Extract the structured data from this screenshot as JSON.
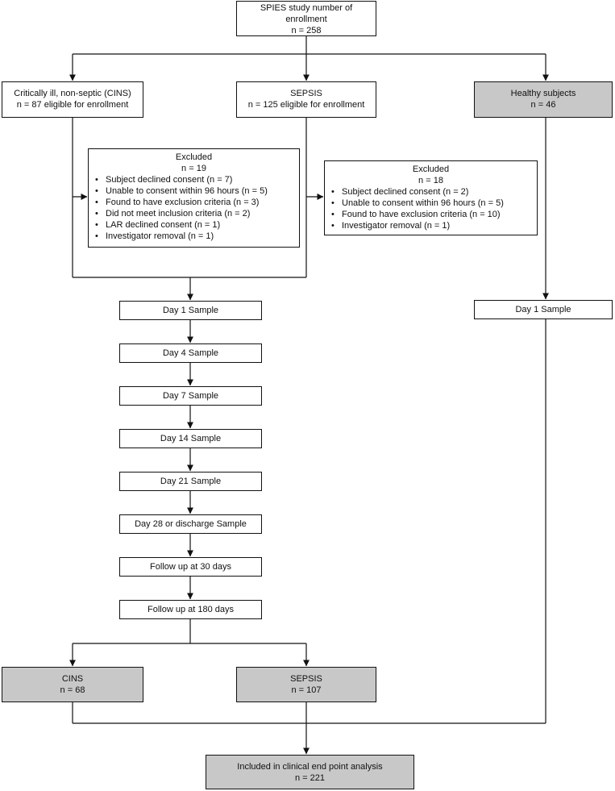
{
  "enrollment": {
    "line1": "SPIES study number of",
    "line2": "enrollment",
    "line3": "n = 258"
  },
  "cins_eligible": {
    "line1": "Critically ill, non-septic (CINS)",
    "line2": "n = 87 eligible for enrollment"
  },
  "sepsis_eligible": {
    "line1": "SEPSIS",
    "line2": "n = 125 eligible for enrollment"
  },
  "healthy": {
    "line1": "Healthy subjects",
    "line2": "n = 46"
  },
  "excluded_left": {
    "title": "Excluded",
    "count": "n = 19",
    "items": [
      "Subject declined consent (n = 7)",
      "Unable to consent within 96 hours (n = 5)",
      "Found to have exclusion criteria (n = 3)",
      "Did not meet inclusion criteria (n = 2)",
      "LAR declined consent (n = 1)",
      "Investigator removal (n = 1)"
    ]
  },
  "excluded_right": {
    "title": "Excluded",
    "count": "n = 18",
    "items": [
      "Subject declined consent (n = 2)",
      "Unable to consent within 96 hours (n = 5)",
      "Found to have exclusion criteria (n = 10)",
      "Investigator removal (n = 1)"
    ]
  },
  "timeline": [
    "Day 1 Sample",
    "Day 4 Sample",
    "Day 7 Sample",
    "Day 14 Sample",
    "Day 21 Sample",
    "Day 28 or discharge Sample",
    "Follow up at 30 days",
    "Follow up at 180 days"
  ],
  "healthy_sample": "Day 1 Sample",
  "cins_final": {
    "line1": "CINS",
    "line2": "n = 68"
  },
  "sepsis_final": {
    "line1": "SEPSIS",
    "line2": "n = 107"
  },
  "included": {
    "line1": "Included in clinical end point analysis",
    "line2": "n = 221"
  },
  "colors": {
    "shaded_box": "#c8c8c8",
    "line": "#111111"
  }
}
